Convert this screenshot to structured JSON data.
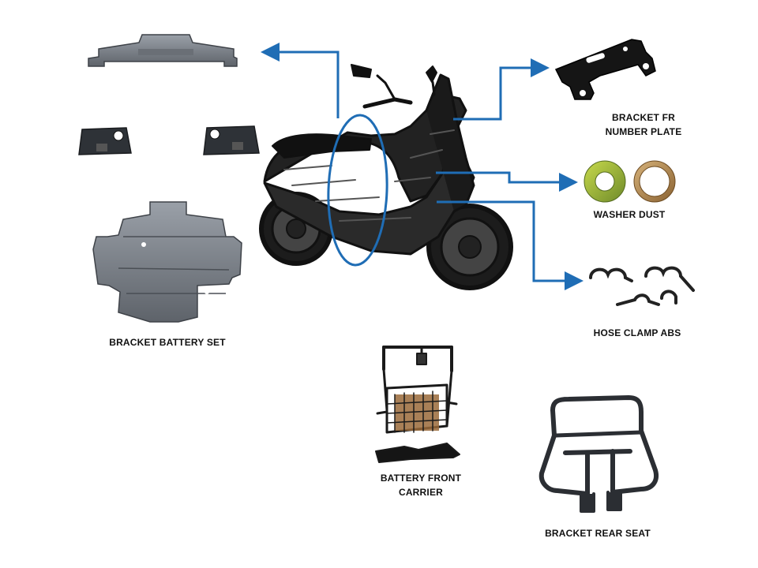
{
  "colors": {
    "callout": "#1f6db5",
    "metal": "#7b8088",
    "metal_dark": "#3e4248",
    "black_part": "#151515",
    "washer_green": "#a9c23a",
    "washer_bronze": "#b58a4e",
    "carrier_wood": "#9a6a3a"
  },
  "parts": {
    "bracket_battery_set": {
      "name": "BRACKET BATTERY SET",
      "icon": "sheet-metal-bracket-icon"
    },
    "bracket_fr_number_plate": {
      "lines": [
        "BRACKET FR",
        "NUMBER PLATE"
      ],
      "icon": "number-plate-bracket-icon"
    },
    "washer_dust": {
      "name": "WASHER DUST",
      "icon": "washer-icon"
    },
    "hose_clamp_abs": {
      "name": "HOSE CLAMP ABS",
      "icon": "hose-clamp-icon"
    },
    "battery_front_carrier": {
      "lines": [
        "BATTERY FRONT",
        "CARRIER"
      ],
      "icon": "basket-carrier-icon"
    },
    "bracket_rear_seat": {
      "name": "BRACKET REAR SEAT",
      "icon": "rear-seat-bracket-icon"
    }
  },
  "scooter": {
    "icon": "scooter-sketch-icon"
  }
}
